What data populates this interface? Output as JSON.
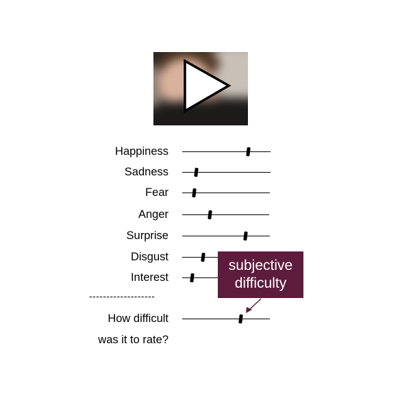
{
  "video": {
    "play_icon": "play-icon",
    "thumbnail": "blurred-child-face"
  },
  "ratings": [
    {
      "label": "Happiness",
      "value": 0.75
    },
    {
      "label": "Sadness",
      "value": 0.16
    },
    {
      "label": "Fear",
      "value": 0.14
    },
    {
      "label": "Anger",
      "value": 0.32
    },
    {
      "label": "Surprise",
      "value": 0.72
    },
    {
      "label": "Disgust",
      "value": 0.24
    },
    {
      "label": "Interest",
      "value": 0.11
    }
  ],
  "divider": "-------------------",
  "difficulty": {
    "label_line1": "How difficult",
    "label_line2": "was it to rate?",
    "value": 0.67
  },
  "callout": {
    "line1": "subjective",
    "line2": "difficulty"
  },
  "colors": {
    "callout_bg": "#5e1c3d",
    "arrow": "#5e1c3d"
  }
}
